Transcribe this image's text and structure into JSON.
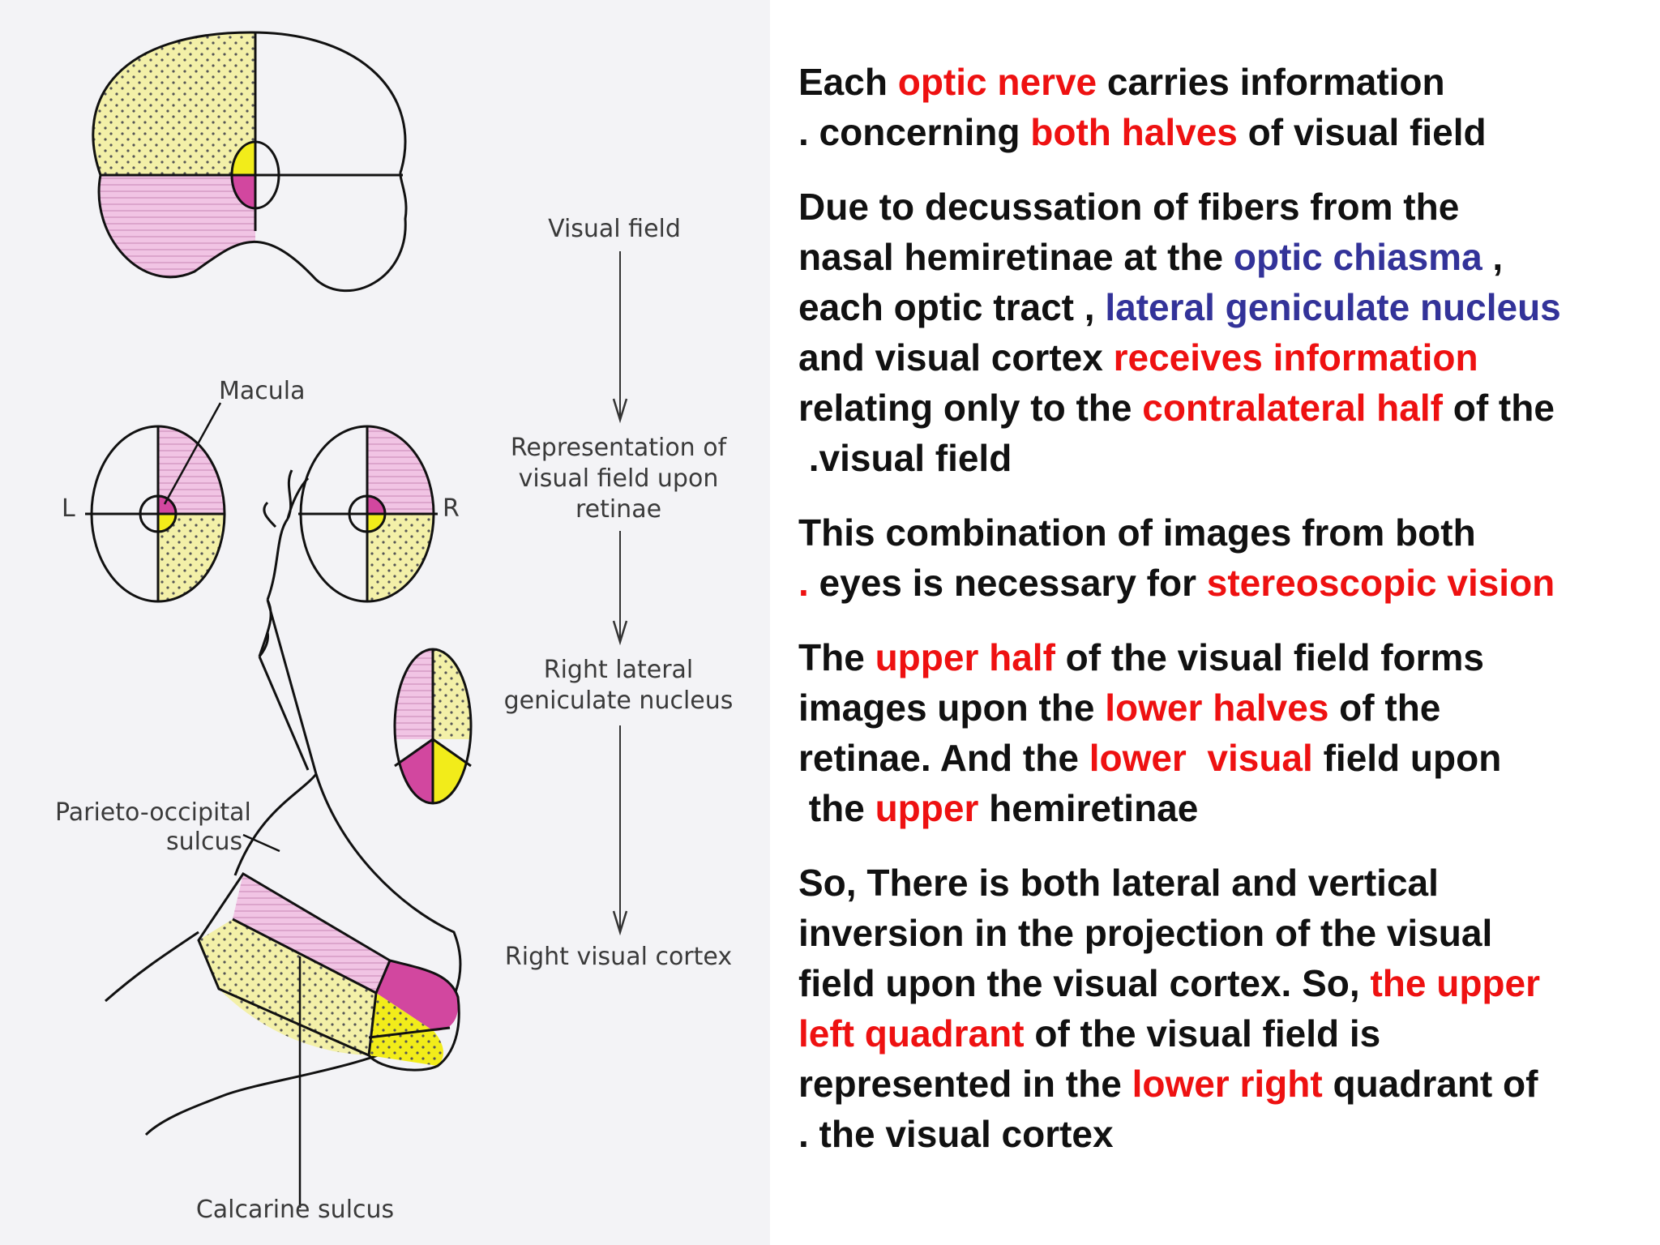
{
  "colors": {
    "pink": "#f1c4e4",
    "yellow": "#f3f0a8",
    "magenta": "#d2479f",
    "bright_yellow": "#f2ec1a",
    "red_text": "#ee1111",
    "blue_text": "#333399",
    "panel_bg": "#f3f3f6"
  },
  "figure": {
    "labels": {
      "macula": "Macula",
      "left_eye": "L",
      "right_eye": "R",
      "parieto_occipital": [
        "Parieto-occipital",
        "sulcus"
      ],
      "calcarine": "Calcarine sulcus"
    },
    "flow": {
      "visual_field": "Visual field",
      "retinae": [
        "Representation of",
        "visual field upon",
        "retinae"
      ],
      "lgn": [
        "Right lateral",
        "geniculate nucleus"
      ],
      "cortex": "Right visual cortex"
    }
  },
  "text": {
    "p1": [
      [
        "Each ",
        {
          "red": "optic nerve"
        },
        " carries information"
      ],
      [
        ". concerning ",
        {
          "red": "both halves"
        },
        " of visual field"
      ]
    ],
    "p2": [
      [
        "Due to decussation of fibers from the"
      ],
      [
        "nasal hemiretinae at the ",
        {
          "blue": "optic chiasma"
        },
        " ,"
      ],
      [
        "each optic tract , ",
        {
          "blue": "lateral geniculate nucleus"
        }
      ],
      [
        "and visual cortex ",
        {
          "red": "receives information"
        }
      ],
      [
        "relating only to the ",
        {
          "red": "contralateral half"
        },
        " of the"
      ],
      [
        " .visual field"
      ]
    ],
    "p3": [
      [
        "This combination of images from both"
      ],
      [
        {
          "red": "."
        },
        " eyes is necessary for ",
        {
          "red": "stereoscopic vision"
        }
      ]
    ],
    "p4": [
      [
        "The ",
        {
          "red": "upper half"
        },
        " of the visual field forms"
      ],
      [
        "images upon the ",
        {
          "red": "lower halves"
        },
        " of the"
      ],
      [
        "retinae. And the ",
        {
          "red": "lower  visual"
        },
        " field upon"
      ],
      [
        " the ",
        {
          "red": "upper"
        },
        " hemiretinae"
      ]
    ],
    "p5": [
      [
        "So, There is both lateral and vertical"
      ],
      [
        "inversion in the projection of the visual"
      ],
      [
        "field upon the visual cortex. So, ",
        {
          "red": "the upper"
        }
      ],
      [
        {
          "red": "left quadrant"
        },
        " of the visual field is"
      ],
      [
        "represented in the ",
        {
          "red": "lower right"
        },
        " quadrant of"
      ],
      [
        ". the visual cortex"
      ]
    ]
  }
}
